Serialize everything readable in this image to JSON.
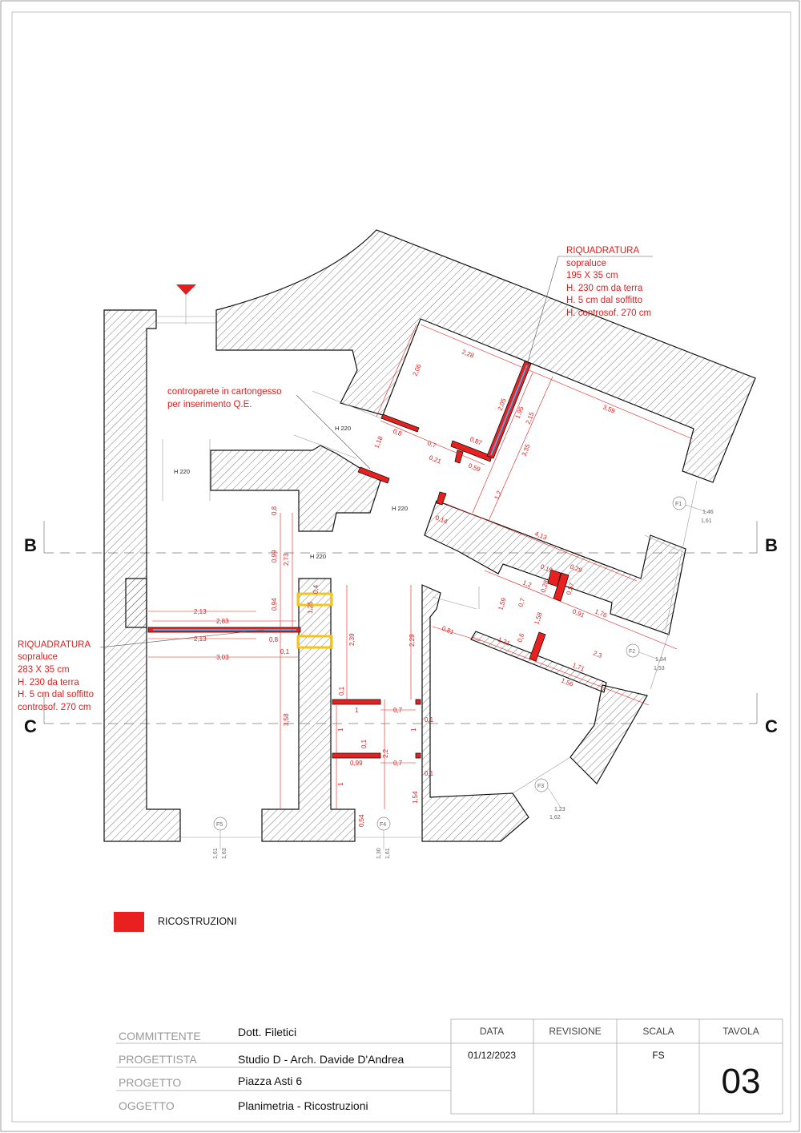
{
  "drawing": {
    "heights": [
      "H 220",
      "H 220",
      "H 220",
      "H 220"
    ],
    "sections": [
      "B",
      "B",
      "C",
      "C"
    ],
    "dimensions": [
      "2,28",
      "2,06",
      "0,8",
      "1,18",
      "0,7",
      "0,21",
      "0,87",
      "0,59",
      "2,05",
      "1,95",
      "2,15",
      "3,35",
      "3,59",
      "1,2",
      "0,14",
      "4,13",
      "0,19",
      "0,29",
      "1,2",
      "0,28",
      "0,57",
      "1,59",
      "0,7",
      "1,58",
      "0,91",
      "1,76",
      "0,81",
      "1,21",
      "0,6",
      "2,3",
      "1,71",
      "1,56",
      "2,13",
      "2,83",
      "2,13",
      "0,8",
      "0,1",
      "3,03",
      "0,8",
      "2,73",
      "0,99",
      "0,94",
      "0,4",
      "1,25",
      "2,39",
      "2,29",
      "3,58",
      "0,1",
      "1",
      "0,7",
      "1",
      "0,1",
      "2,2",
      "0,99",
      "0,7",
      "1",
      "1,54",
      "0,54",
      "0,1",
      "0,1",
      "1"
    ],
    "fixtures": [
      {
        "id": "F1",
        "h1": "1,46",
        "h2": "1,61"
      },
      {
        "id": "F2",
        "h1": "1,34",
        "h2": "1,53"
      },
      {
        "id": "F3",
        "h1": "1,23",
        "h2": "1,62"
      },
      {
        "id": "F5",
        "h1": "1,61",
        "h2": "1,63"
      },
      {
        "id": "F4",
        "h1": "1,30",
        "h2": "1,61"
      }
    ],
    "notes": {
      "top": [
        "RIQUADRATURA",
        "sopraluce",
        "195 X 35 cm",
        "H. 230 cm da terra",
        "H. 5 cm dal soffitto",
        "H. controsof. 270 cm"
      ],
      "middle": [
        "controparete in cartongesso",
        "per inserimento Q.E."
      ],
      "left": [
        "RIQUADRATURA",
        "sopraluce",
        "283 X 35 cm",
        "H. 230 da terra",
        "H. 5 cm dal soffitto",
        "controsof. 270 cm"
      ]
    },
    "colors": {
      "reconstruction": "#e8201f",
      "highlight": "#f5c518",
      "frame": "#5aa0d8"
    }
  },
  "legend": {
    "label": "RICOSTRUZIONI",
    "color": "#e8201f"
  },
  "title_block": {
    "rows": [
      {
        "label": "COMMITTENTE",
        "value": "Dott. Filetici"
      },
      {
        "label": "PROGETTISTA",
        "value": "Studio D - Arch. Davide D'Andrea"
      },
      {
        "label": "PROGETTO",
        "value": "Piazza Asti 6"
      },
      {
        "label": "OGGETTO",
        "value": "Planimetria -  Ricostruzioni"
      }
    ],
    "headers": {
      "data": "DATA",
      "revisione": "REVISIONE",
      "scala": "SCALA",
      "tavola": "TAVOLA"
    },
    "values": {
      "data": "01/12/2023",
      "revisione": "",
      "scala": "FS",
      "tavola": "03"
    }
  }
}
